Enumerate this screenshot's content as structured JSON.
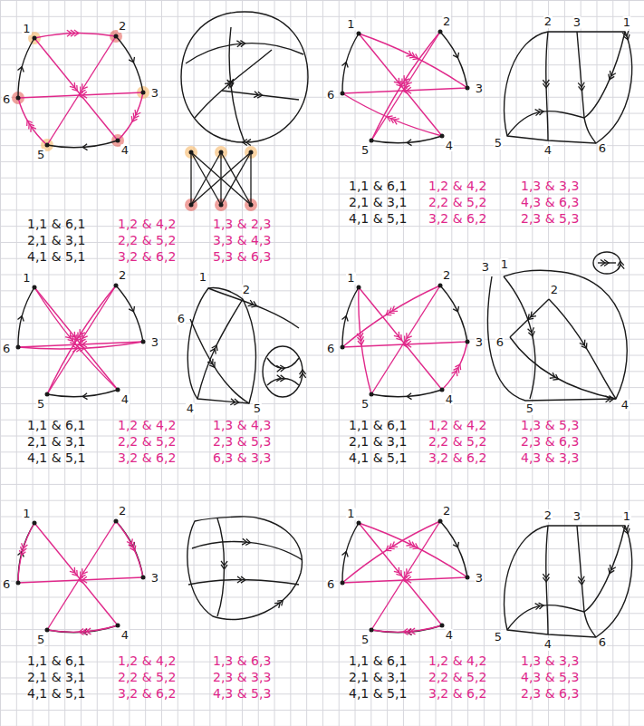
{
  "diagram": {
    "labels": [
      "1",
      "2",
      "3",
      "4",
      "5",
      "6",
      "1,1 & 6,1",
      "1,2 & 4,2",
      "1,3 & 2,3",
      "2,1 & 3,1",
      "2,2 & 5,2",
      "3,3 & 4,3",
      "4,1 & 5,1",
      "3,2 & 6,2",
      "5,3 & 6,3",
      "1",
      "2",
      "3",
      "4",
      "5",
      "6",
      "2",
      "3",
      "1",
      "5",
      "4",
      "6",
      "1,1 & 6,1",
      "1,2 & 4,2",
      "1,3 & 3,3",
      "2,1 & 3,1",
      "2,2 & 5,2",
      "4,3 & 6,3",
      "4,1 & 5,1",
      "3,2 & 6,2",
      "2,3 & 5,3",
      "1",
      "2",
      "3",
      "4",
      "5",
      "6",
      "1",
      "2",
      "6",
      "4",
      "5",
      "1,1 & 6,1",
      "1,2 & 4,2",
      "1,3 & 4,3",
      "2,1 & 3,1",
      "2,2 & 5,2",
      "2,3 & 5,3",
      "4,1 & 5,1",
      "3,2 & 6,2",
      "6,3 & 3,3",
      "1",
      "2",
      "3",
      "4",
      "5",
      "6",
      "3",
      "1",
      "2",
      "6",
      "5",
      "4",
      "1,1 & 6,1",
      "1,2 & 4,2",
      "1,3 & 5,3",
      "2,1 & 3,1",
      "2,2 & 5,2",
      "2,3 & 6,3",
      "4,1 & 5,1",
      "3,2 & 6,2",
      "4,3 & 3,3",
      "1",
      "2",
      "3",
      "4",
      "5",
      "6",
      "1,1 & 6,1",
      "1,2 & 4,2",
      "1,3 & 6,3",
      "2,1 & 3,1",
      "2,2 & 5,2",
      "2,3 & 3,3",
      "4,1 & 5,1",
      "3,2 & 6,2",
      "4,3 & 5,3",
      "1",
      "2",
      "3",
      "4",
      "5",
      "6",
      "2",
      "3",
      "1",
      "5",
      "4",
      "6",
      "1,1 & 6,1",
      "1,2 & 4,2",
      "1,3 & 3,3",
      "2,1 & 3,1",
      "2,2 & 5,2",
      "4,3 & 5,3",
      "4,1 & 5,1",
      "3,2 & 6,2",
      "2,3 & 6,3"
    ]
  }
}
